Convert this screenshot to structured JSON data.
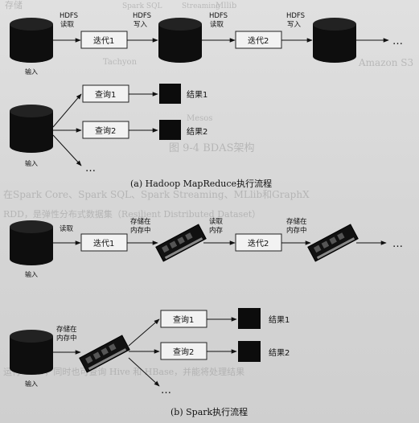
{
  "top": {
    "hdfs_read_label": "HDFS\n读取",
    "hdfs_write_label_1": "HDFS\n写入",
    "hdfs_read_label_2": "HDFS\n读取",
    "hdfs_write_label_2": "HDFS\n写入",
    "iter1": "迭代1",
    "iter2": "迭代2",
    "input_label": "输入",
    "ellipsis": "…",
    "query1": "查询1",
    "query2": "查询2",
    "result1": "结果1",
    "result2": "结果2",
    "input_label_2": "输入",
    "ellipsis_q": "…",
    "caption": "(a) Hadoop MapReduce执行流程"
  },
  "bottom": {
    "read_label": "读取",
    "store_mem_1": "存储在\n内存中",
    "read_mem_label": "读取\n内存",
    "store_mem_2": "存储在\n内存中",
    "iter1": "迭代1",
    "iter2": "迭代2",
    "input_label": "输入",
    "ellipsis": "…",
    "store_mem_3": "存储在\n内存中",
    "query1": "查询1",
    "query2": "查询2",
    "result1": "结果1",
    "result2": "结果2",
    "input_label_2": "输入",
    "ellipsis_q": "…",
    "caption": "(b) Spark执行流程"
  },
  "background_text": [
    "存储",
    "Mllib",
    "Streaming",
    "Spark SQL",
    "Tachyon",
    "Amazon S3",
    "Mesos",
    "图 9-4 BDAS架构",
    "在Spark Core、Spark SQL、Spark Streaming、MLlib和GraphX",
    "RDD，是弹性分布式数据集（Resilient Distributed Dataset）",
    "运行 RDD，同时也可查询 Hive 和 HBase，并能将处理结果"
  ]
}
